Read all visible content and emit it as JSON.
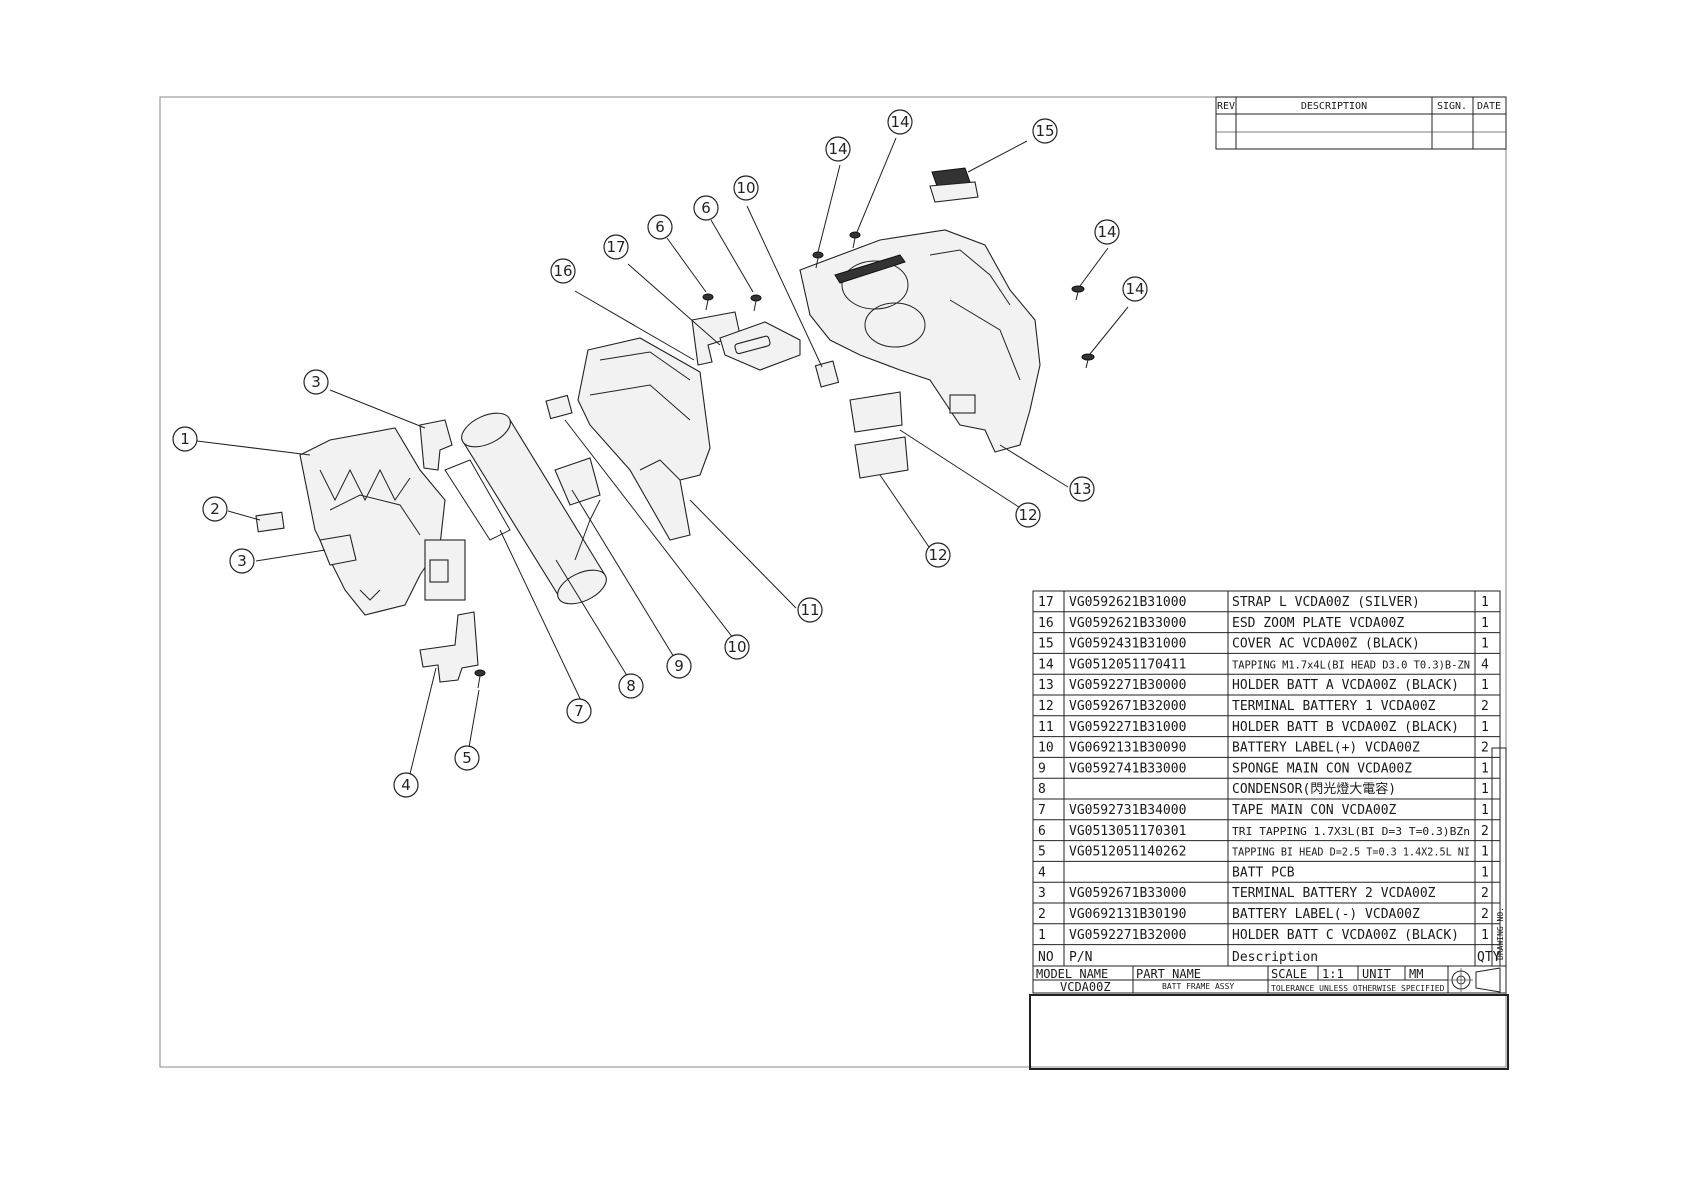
{
  "revision_block": {
    "headers": [
      "REV",
      "DESCRIPTION",
      "SIGN.",
      "DATE"
    ]
  },
  "callouts": [
    "1",
    "2",
    "3",
    "3",
    "4",
    "5",
    "6",
    "6",
    "7",
    "8",
    "9",
    "10",
    "10",
    "11",
    "12",
    "12",
    "13",
    "14",
    "14",
    "14",
    "14",
    "15",
    "16",
    "17"
  ],
  "bom": {
    "rows": [
      {
        "no": "17",
        "pn": "VG0592621B31000",
        "desc": "STRAP L VCDA00Z (SILVER)",
        "qty": "1"
      },
      {
        "no": "16",
        "pn": "VG0592621B33000",
        "desc": "ESD ZOOM PLATE VCDA00Z",
        "qty": "1"
      },
      {
        "no": "15",
        "pn": "VG0592431B31000",
        "desc": "COVER AC VCDA00Z (BLACK)",
        "qty": "1"
      },
      {
        "no": "14",
        "pn": "VG0512051170411",
        "desc": "TAPPING M1.7x4L(BI HEAD D3.0 T0.3)B-ZN",
        "qty": "4"
      },
      {
        "no": "13",
        "pn": "VG0592271B30000",
        "desc": "HOLDER BATT A VCDA00Z (BLACK)",
        "qty": "1"
      },
      {
        "no": "12",
        "pn": "VG0592671B32000",
        "desc": "TERMINAL BATTERY 1 VCDA00Z",
        "qty": "2"
      },
      {
        "no": "11",
        "pn": "VG0592271B31000",
        "desc": "HOLDER BATT B VCDA00Z (BLACK)",
        "qty": "1"
      },
      {
        "no": "10",
        "pn": "VG0692131B30090",
        "desc": "BATTERY LABEL(+) VCDA00Z",
        "qty": "2"
      },
      {
        "no": "9",
        "pn": "VG0592741B33000",
        "desc": "SPONGE MAIN CON VCDA00Z",
        "qty": "1"
      },
      {
        "no": "8",
        "pn": "",
        "desc": "CONDENSOR(閃光燈大電容)",
        "qty": "1"
      },
      {
        "no": "7",
        "pn": "VG0592731B34000",
        "desc": "TAPE MAIN CON VCDA00Z",
        "qty": "1"
      },
      {
        "no": "6",
        "pn": "VG0513051170301",
        "desc": "TRI TAPPING 1.7X3L(BI D=3 T=0.3)BZn",
        "qty": "2"
      },
      {
        "no": "5",
        "pn": "VG0512051140262",
        "desc": "TAPPING BI HEAD D=2.5 T=0.3 1.4X2.5L NI",
        "qty": "1"
      },
      {
        "no": "4",
        "pn": "",
        "desc": "BATT PCB",
        "qty": "1"
      },
      {
        "no": "3",
        "pn": "VG0592671B33000",
        "desc": "TERMINAL BATTERY 2 VCDA00Z",
        "qty": "2"
      },
      {
        "no": "2",
        "pn": "VG0692131B30190",
        "desc": "BATTERY LABEL(-) VCDA00Z",
        "qty": "2"
      },
      {
        "no": "1",
        "pn": "VG0592271B32000",
        "desc": "HOLDER BATT C VCDA00Z (BLACK)",
        "qty": "1"
      }
    ],
    "header": {
      "no": "NO",
      "pn": "P/N",
      "desc": "Description",
      "qty": "QTY"
    }
  },
  "title_block": {
    "model_name_label": "MODEL NAME",
    "model_name": "VCDA00Z",
    "part_name_label": "PART NAME",
    "part_name": "BATT FRAME ASSY",
    "scale_label": "SCALE",
    "scale": "1:1",
    "unit_label": "UNIT",
    "unit": "MM",
    "tolerance_note": "TOLERANCE UNLESS OTHERWISE SPECIFIED",
    "drawing_no_label": "DRAWING NO."
  }
}
